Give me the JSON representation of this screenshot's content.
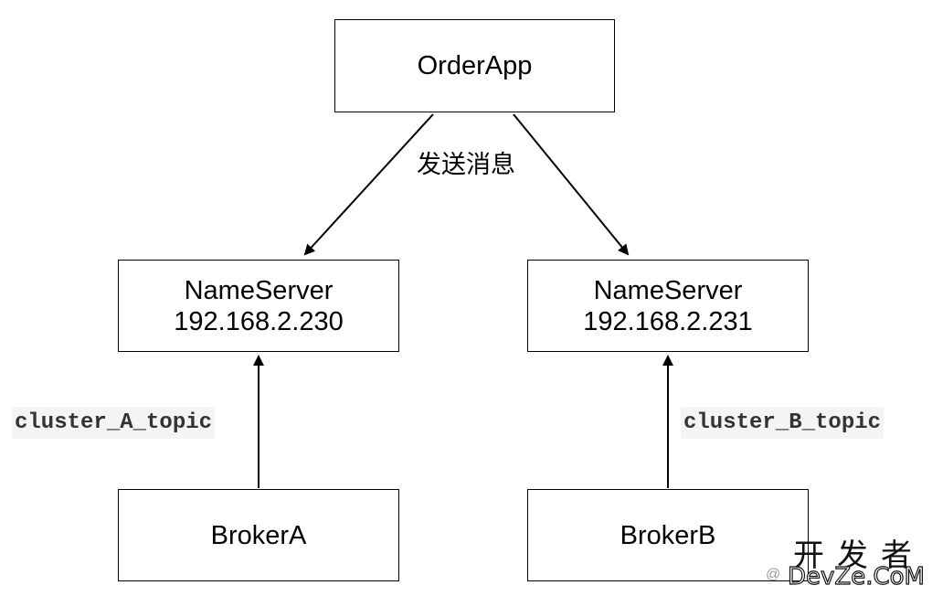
{
  "nodes": {
    "order_app": "OrderApp",
    "name_server_a": {
      "title": "NameServer",
      "ip": "192.168.2.230"
    },
    "name_server_b": {
      "title": "NameServer",
      "ip": "192.168.2.231"
    },
    "broker_a": "BrokerA",
    "broker_b": "BrokerB"
  },
  "edges": {
    "send_label": "发送消息",
    "topic_a": "cluster_A_topic",
    "topic_b": "cluster_B_topic"
  },
  "watermark": {
    "cn": "开发者",
    "en": "DevZe.CoM",
    "at": "@"
  }
}
